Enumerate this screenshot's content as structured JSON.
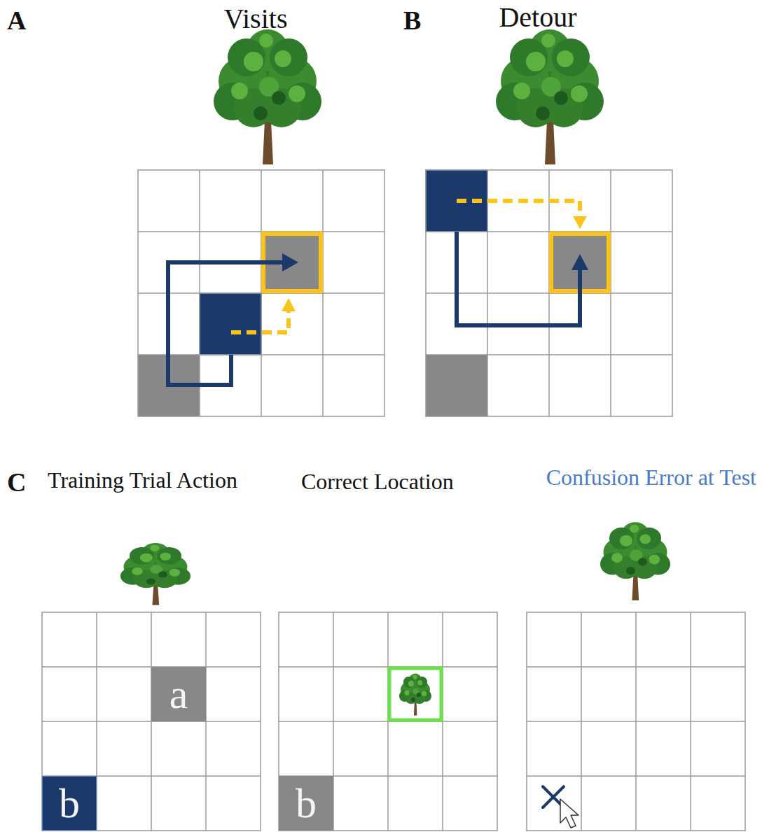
{
  "diagram": {
    "nodes": [
      {
        "text": [
          "a"
        ]
      },
      {
        "text": [
          "b"
        ]
      },
      {
        "text": [
          "b"
        ]
      }
    ],
    "labels": [
      "A",
      "Visits",
      "B",
      "Detour",
      "C",
      "Training Trial Action",
      "Correct Location",
      "Confusion Error at Test"
    ]
  }
}
